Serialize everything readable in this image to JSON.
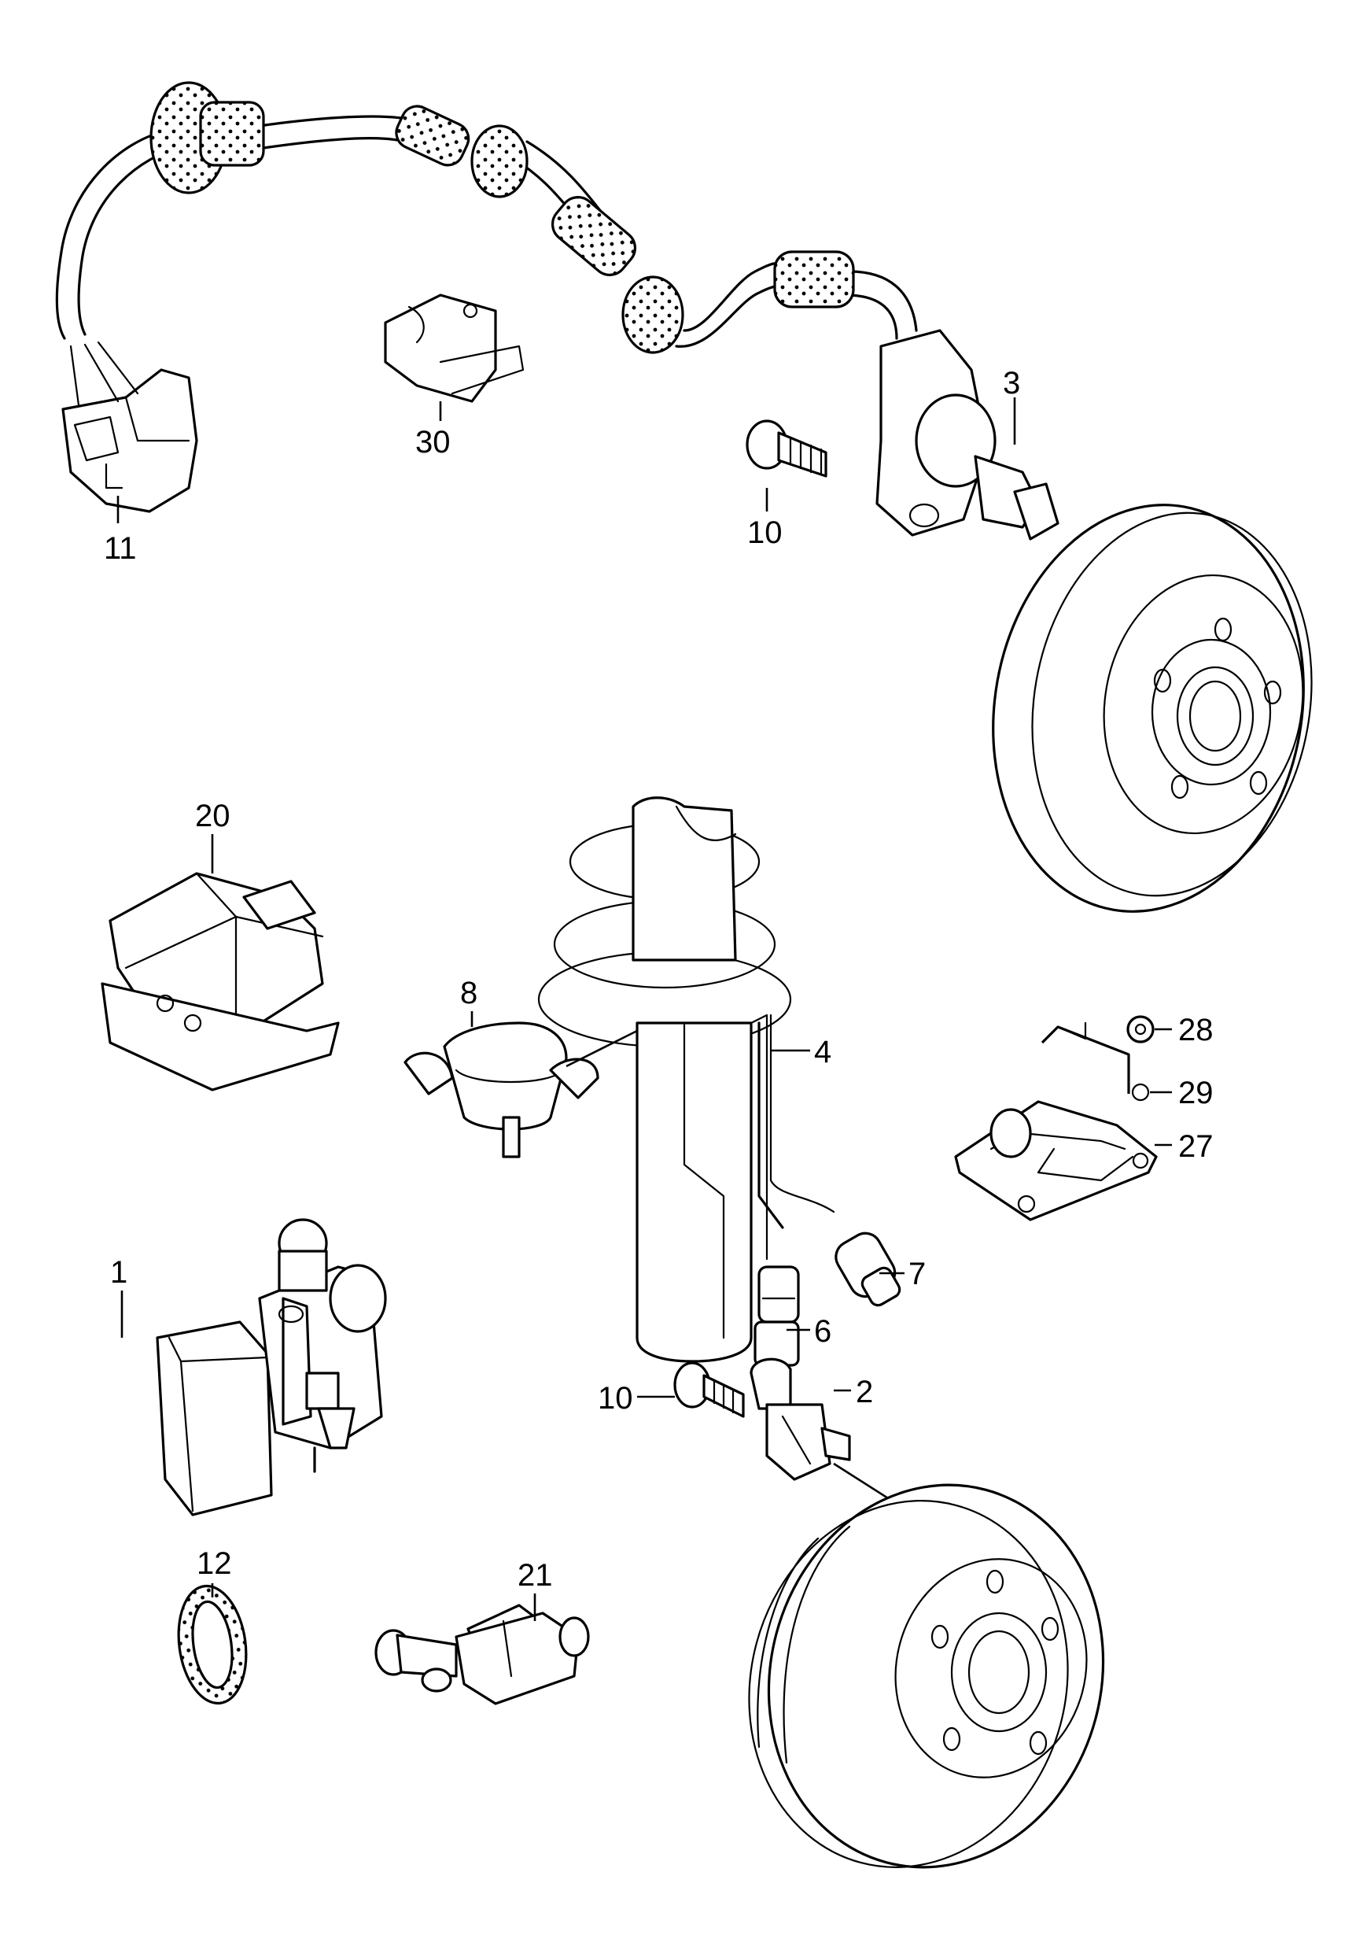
{
  "callouts": {
    "c1": "1",
    "c2": "2",
    "c3": "3",
    "c4": "4",
    "c6": "6",
    "c7": "7",
    "c8": "8",
    "c10a": "10",
    "c10b": "10",
    "c11": "11",
    "c12": "12",
    "c20": "20",
    "c21": "21",
    "c27": "27",
    "c28": "28",
    "c29": "29",
    "c30": "30"
  }
}
